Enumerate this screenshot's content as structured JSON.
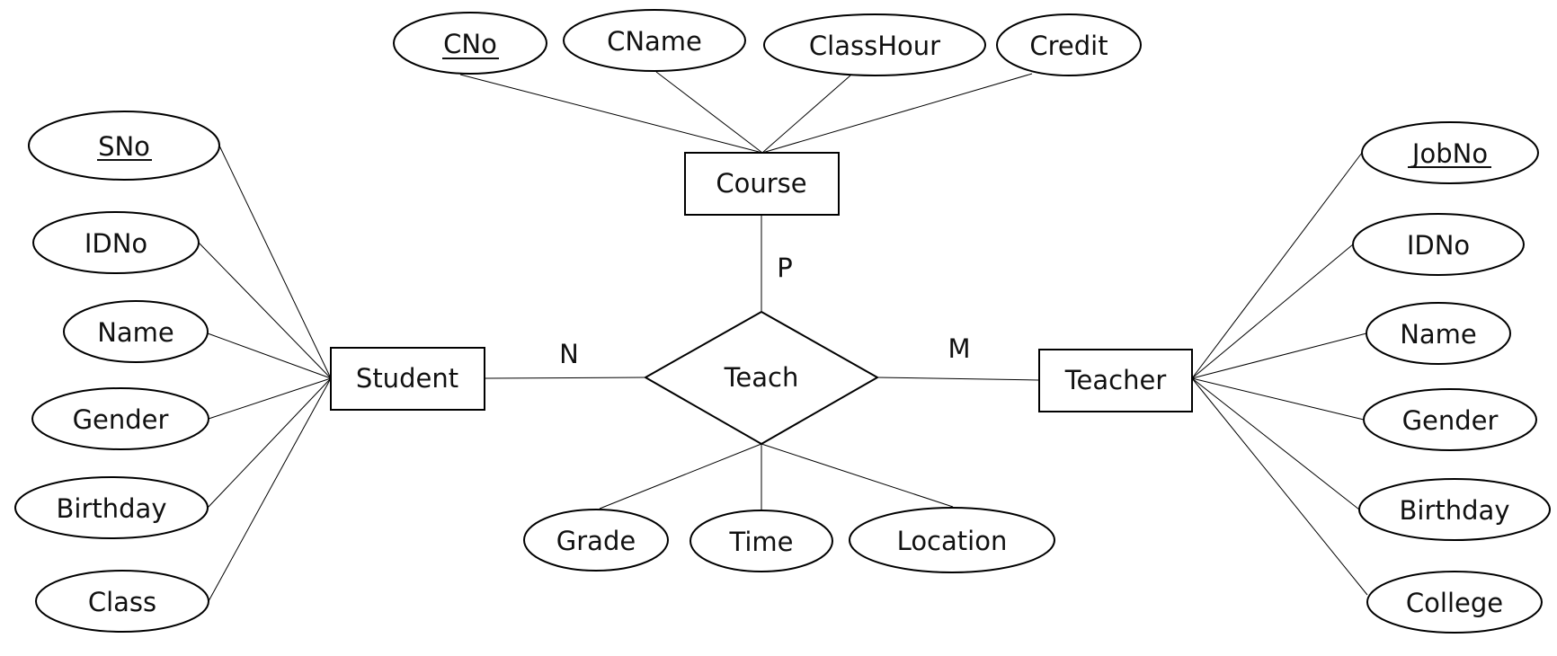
{
  "diagram": {
    "entities": {
      "course": "Course",
      "student": "Student",
      "teacher": "Teacher"
    },
    "relationship": "Teach",
    "cardinality": {
      "student": "N",
      "teacher": "M",
      "course": "P"
    },
    "course_attrs": [
      "CNo",
      "CName",
      "ClassHour",
      "Credit"
    ],
    "student_attrs": [
      "SNo",
      "IDNo",
      "Name",
      "Gender",
      "Birthday",
      "Class"
    ],
    "teacher_attrs": [
      "JobNo",
      "IDNo",
      "Name",
      "Gender",
      "Birthday",
      "College"
    ],
    "teach_attrs": [
      "Grade",
      "Time",
      "Location"
    ],
    "key_attrs": [
      "CNo",
      "SNo",
      "JobNo"
    ]
  }
}
